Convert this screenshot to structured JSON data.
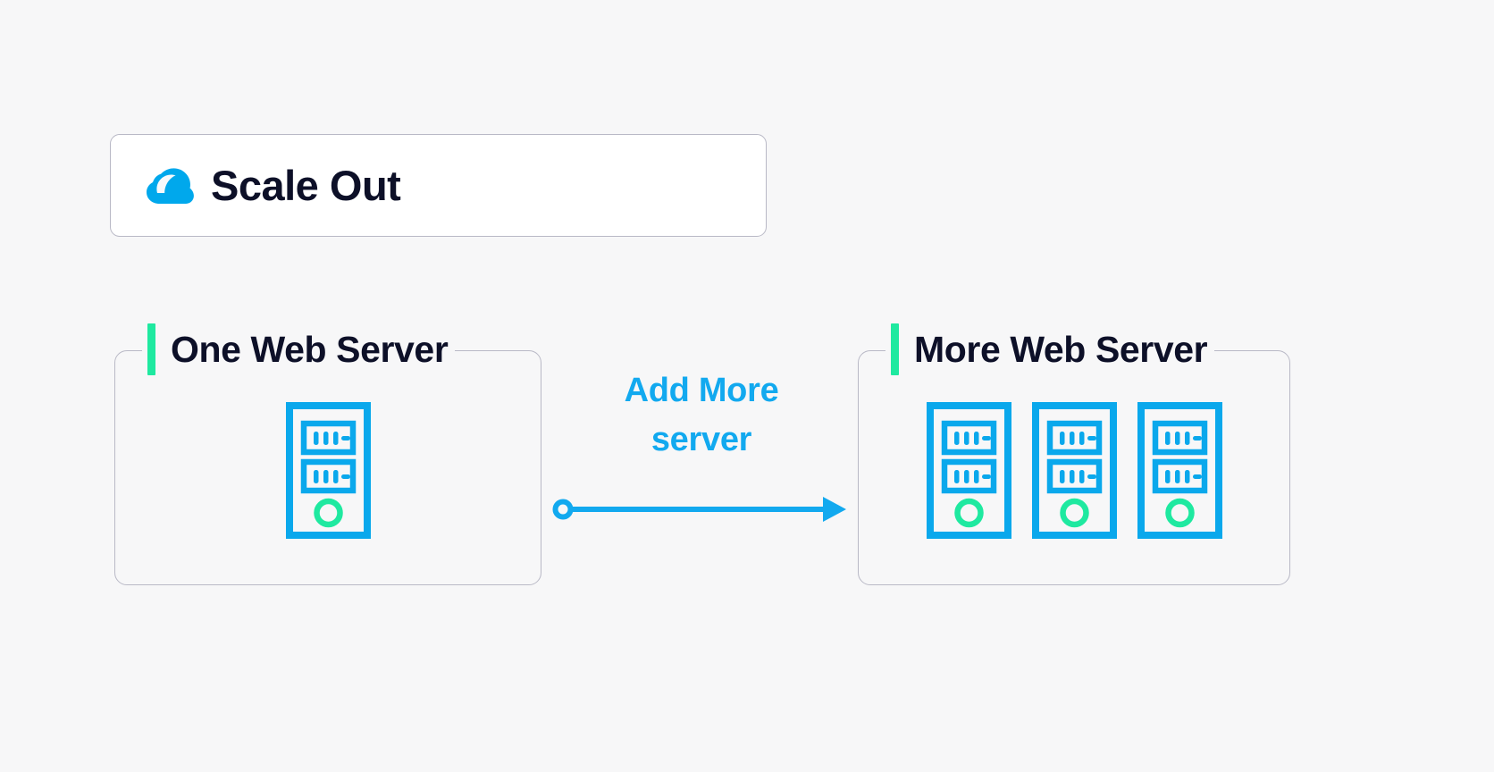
{
  "page": {
    "background_color": "#f7f7f8",
    "title": "Scale Out"
  },
  "header": {
    "icon": "cloud-icon",
    "icon_color": "#00a8ec",
    "label": "Scale Out",
    "card_background": "#ffffff",
    "card_border_color": "#b9b9c6"
  },
  "colors": {
    "accent_green": "#1fe9a0",
    "accent_blue": "#0aa8ec",
    "text_dark": "#0d1028",
    "border_gray": "#b9b9c6",
    "connector_blue": "#12a9ef"
  },
  "panels": [
    {
      "id": "one-web-server",
      "title": "One Web Server",
      "accent_color": "#1fe9a0",
      "server_count": 1,
      "server_status_color": "#1fe9a0",
      "server_outline_color": "#0aa8ec"
    },
    {
      "id": "more-web-server",
      "title": "More Web Server",
      "accent_color": "#1fe9a0",
      "server_count": 3,
      "server_status_color": "#1fe9a0",
      "server_outline_color": "#0aa8ec"
    }
  ],
  "connector": {
    "label_line1": "Add More",
    "label_line2": "server",
    "label_color": "#12a9ef",
    "direction": "left-to-right",
    "start_marker": "hollow-circle",
    "end_marker": "solid-arrowhead"
  }
}
